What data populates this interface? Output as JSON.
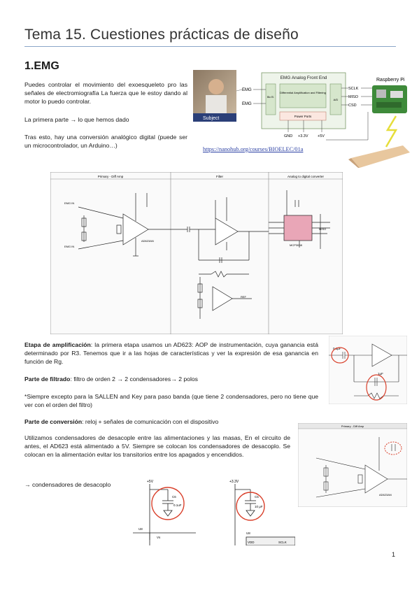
{
  "page": {
    "title": "Tema 15. Cuestiones prácticas de diseño",
    "page_number": "1"
  },
  "emg": {
    "heading": "1.EMG",
    "p1": "Puedes controlar el movimiento del exoesqueleto pro las señales de electromiografía La fuerza que le estoy dando al motor lo puedo controlar.",
    "p2": "La primera parte → lo que hemos dado",
    "p3": "Tras esto, hay una conversión analógico digital (puede ser un microcontrolador, un Arduino…)",
    "link": "https://nanohub.org/courses/BIOELEC/01a"
  },
  "block_diagram": {
    "title": "EMG Analog Front End",
    "subject": "Subject",
    "emg_in_1": "EMG",
    "emg_in_2": "EMG",
    "block_amp": "Differential Amplification and Filtering",
    "block_power": "Power Ports",
    "block_left": "Bio El.",
    "block_adc": "A/D",
    "sclk": "SCLK",
    "miso": "MISO",
    "csd": "CSD",
    "gnd": "GND",
    "v33": "+3.3V",
    "v5": "+5V",
    "rpi": "Raspberry Pi"
  },
  "schematic": {
    "sec1": "Primary - Diff Amp",
    "sec2": "Filter",
    "sec3": "Analog to digital converter",
    "u1": "AD623AN",
    "u3": "MCP3008",
    "emg_p": "EMG IN",
    "emg_n": "EMG IN",
    "ref": "REF",
    "out": "MISO"
  },
  "sections": {
    "amp_label": "Etapa de amplificación",
    "amp_text": ": la primera etapa usamos un AD623: AOP de instrumentación, cuya ganancia está determinado por R3. Tenemos que ir a las hojas de características y ver la expresión de esa ganancia en función de Rg.",
    "filt_label": "Parte de filtrado",
    "filt_text": ": filtro de orden 2 → 2 condensadores→ 2 polos",
    "sallen": "*Siempre excepto para la SALLEN and Key para paso banda (que tiene 2 condensadores, pero no tiene que ver con el orden del filtro)",
    "conv_label": "Parte de conversión",
    "conv_text": ": reloj + señales de comunicación con el dispositivo",
    "decoupling": "Utilizamos condensadores de desacople entre las alimentaciones y las masas, En el circuito de antes, el AD623 está alimentado a 5V. Siempre se colocan los condensadores de desacoplo. Se colocan en la alimentación evitar los transitorios entre los apagados y encendidos.",
    "bullet": "→ condensadores de desacoplo"
  },
  "snippets": {
    "filter_c1": "0.1μF",
    "filter_c2": "1μF",
    "diff_title": "Primary - Diff Amp",
    "diff_u": "AD623AN",
    "cap_5v": "+5V",
    "cap_5v_c": "C6",
    "cap_5v_val": "0.1uF",
    "cap_33v": "+3.3V",
    "cap_33v_c": "C5",
    "cap_33v_val": "10 μF",
    "u8": "U8",
    "vdd": "VDD",
    "sclk": "SCLK",
    "vs": "Vs"
  },
  "colors": {
    "accent_rule": "#8aa6c9",
    "annotation_red": "#d9402b",
    "link_blue": "#2a3fa3",
    "chip_pink": "#e9a6b7"
  }
}
